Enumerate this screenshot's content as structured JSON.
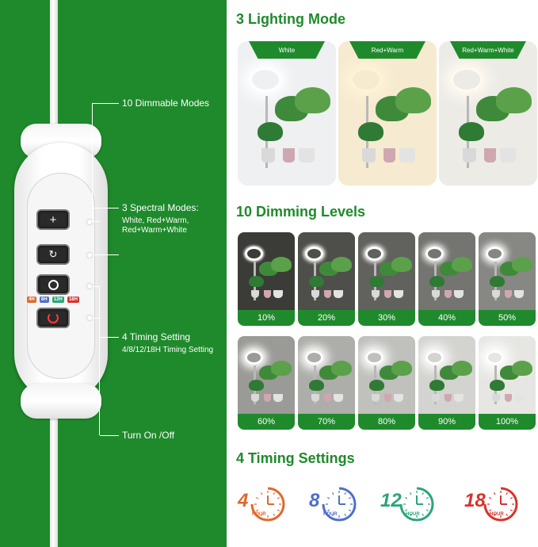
{
  "controller": {
    "callouts": {
      "dimmable": "10 Dimmable Modes",
      "spectral_title": "3 Spectral Modes:",
      "spectral_line1": "White, Red+Warm,",
      "spectral_line2": "Red+Warm+White",
      "timing_title": "4 Timing Setting",
      "timing_sub": "4/8/12/18H Timing Setting",
      "power": "Turn On /Off"
    },
    "buttons": {
      "plus": "+",
      "swap": "↻"
    },
    "timing_leds": [
      {
        "label": "4H",
        "color": "#e0682a"
      },
      {
        "label": "8H",
        "color": "#4f6fc9"
      },
      {
        "label": "12H",
        "color": "#2aa57a"
      },
      {
        "label": "18H",
        "color": "#d8332b"
      }
    ]
  },
  "lighting": {
    "title": "3 Lighting Mode",
    "modes": [
      {
        "label": "White",
        "bg": "#eef0f2",
        "glow": "#ffffff"
      },
      {
        "label": "Red+Warm",
        "bg": "#f6ead0",
        "glow": "#fff3d6"
      },
      {
        "label": "Red+Warm+White",
        "bg": "#ecebe6",
        "glow": "#fffaf0"
      }
    ]
  },
  "dimming": {
    "title": "10 Dimming Levels",
    "levels": [
      {
        "label": "10%",
        "light": 0.1
      },
      {
        "label": "20%",
        "light": 0.2
      },
      {
        "label": "30%",
        "light": 0.3
      },
      {
        "label": "40%",
        "light": 0.4
      },
      {
        "label": "50%",
        "light": 0.5
      },
      {
        "label": "60%",
        "light": 0.6
      },
      {
        "label": "70%",
        "light": 0.7
      },
      {
        "label": "80%",
        "light": 0.8
      },
      {
        "label": "90%",
        "light": 0.9
      },
      {
        "label": "100%",
        "light": 1.0
      }
    ]
  },
  "timing": {
    "title": "4 Timing Settings",
    "items": [
      {
        "number": "4",
        "unit": "HOUR",
        "color": "#e0682a"
      },
      {
        "number": "8",
        "unit": "HOUR",
        "color": "#4f6fc9"
      },
      {
        "number": "12",
        "unit": "HOUR",
        "color": "#2aa57a"
      },
      {
        "number": "18",
        "unit": "HOUR",
        "color": "#d8332b"
      }
    ]
  }
}
